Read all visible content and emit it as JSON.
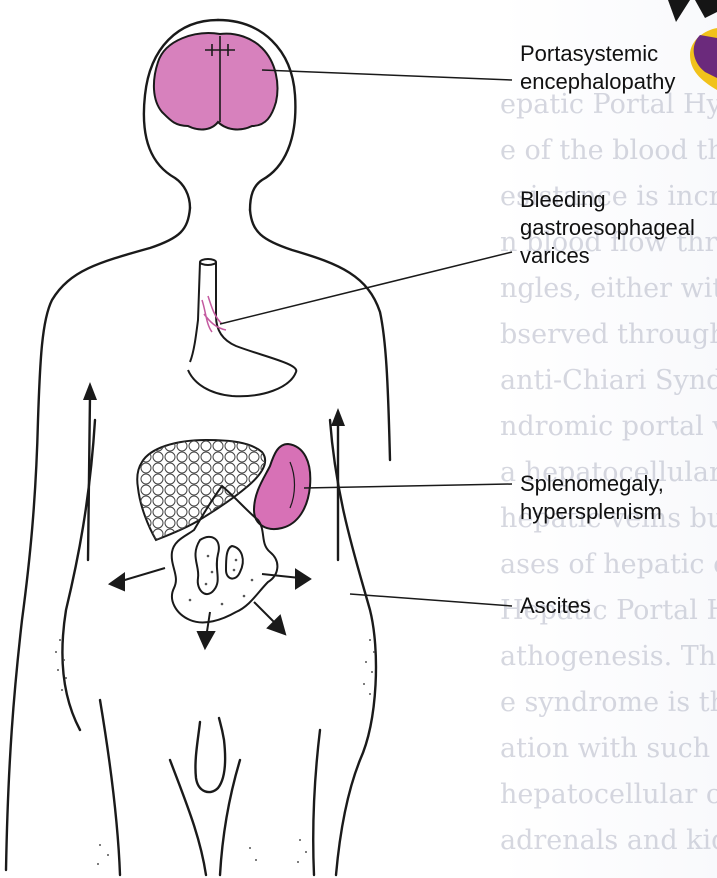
{
  "labels": {
    "encephalopathy": [
      "Portasystemic",
      "encephalopathy"
    ],
    "varices": [
      "Bleeding",
      "gastroesophageal",
      "varices"
    ],
    "spleen": [
      "Splenomegaly,",
      "hypersplenism"
    ],
    "ascites": [
      "Ascites"
    ]
  },
  "background_text": [
    "epatic Portal Hypertension",
    "e of the blood through the portal circulation",
    "esistance is increased or the capacity is",
    "n blood flow throughout the hepatic vasculature",
    "ngles, either within or proximal to the liver",
    "bserved through clinical practice, and",
    "anti-Chiari Syndrome, thrombosis of the hepatic",
    "ndromic portal vein: presenting directly to the bleed",
    "a hepatocellular, primary carcinoma involving",
    "hepatic veins but is now known to occur in etc",
    "ases of hepatic outflow obstruction affecting",
    "Hepatic Portal Hypertension",
    "athogenesis. The principal cause of the Budd",
    "e syndrome is thrombosis of the hepatic veins",
    "ation with such diverse conditions as polycythe",
    "hepatocellular carcinoma, tumor metastases",
    "adrenals and kidneys (secondary invasion) the"
  ],
  "colors": {
    "brain": "#d781bd",
    "spleen": "#d771b6",
    "outline": "#1a1a1a",
    "ghost_text": "#b4b7c6",
    "corner_yellow": "#f1c21b",
    "corner_purple": "#6b2a7c"
  }
}
